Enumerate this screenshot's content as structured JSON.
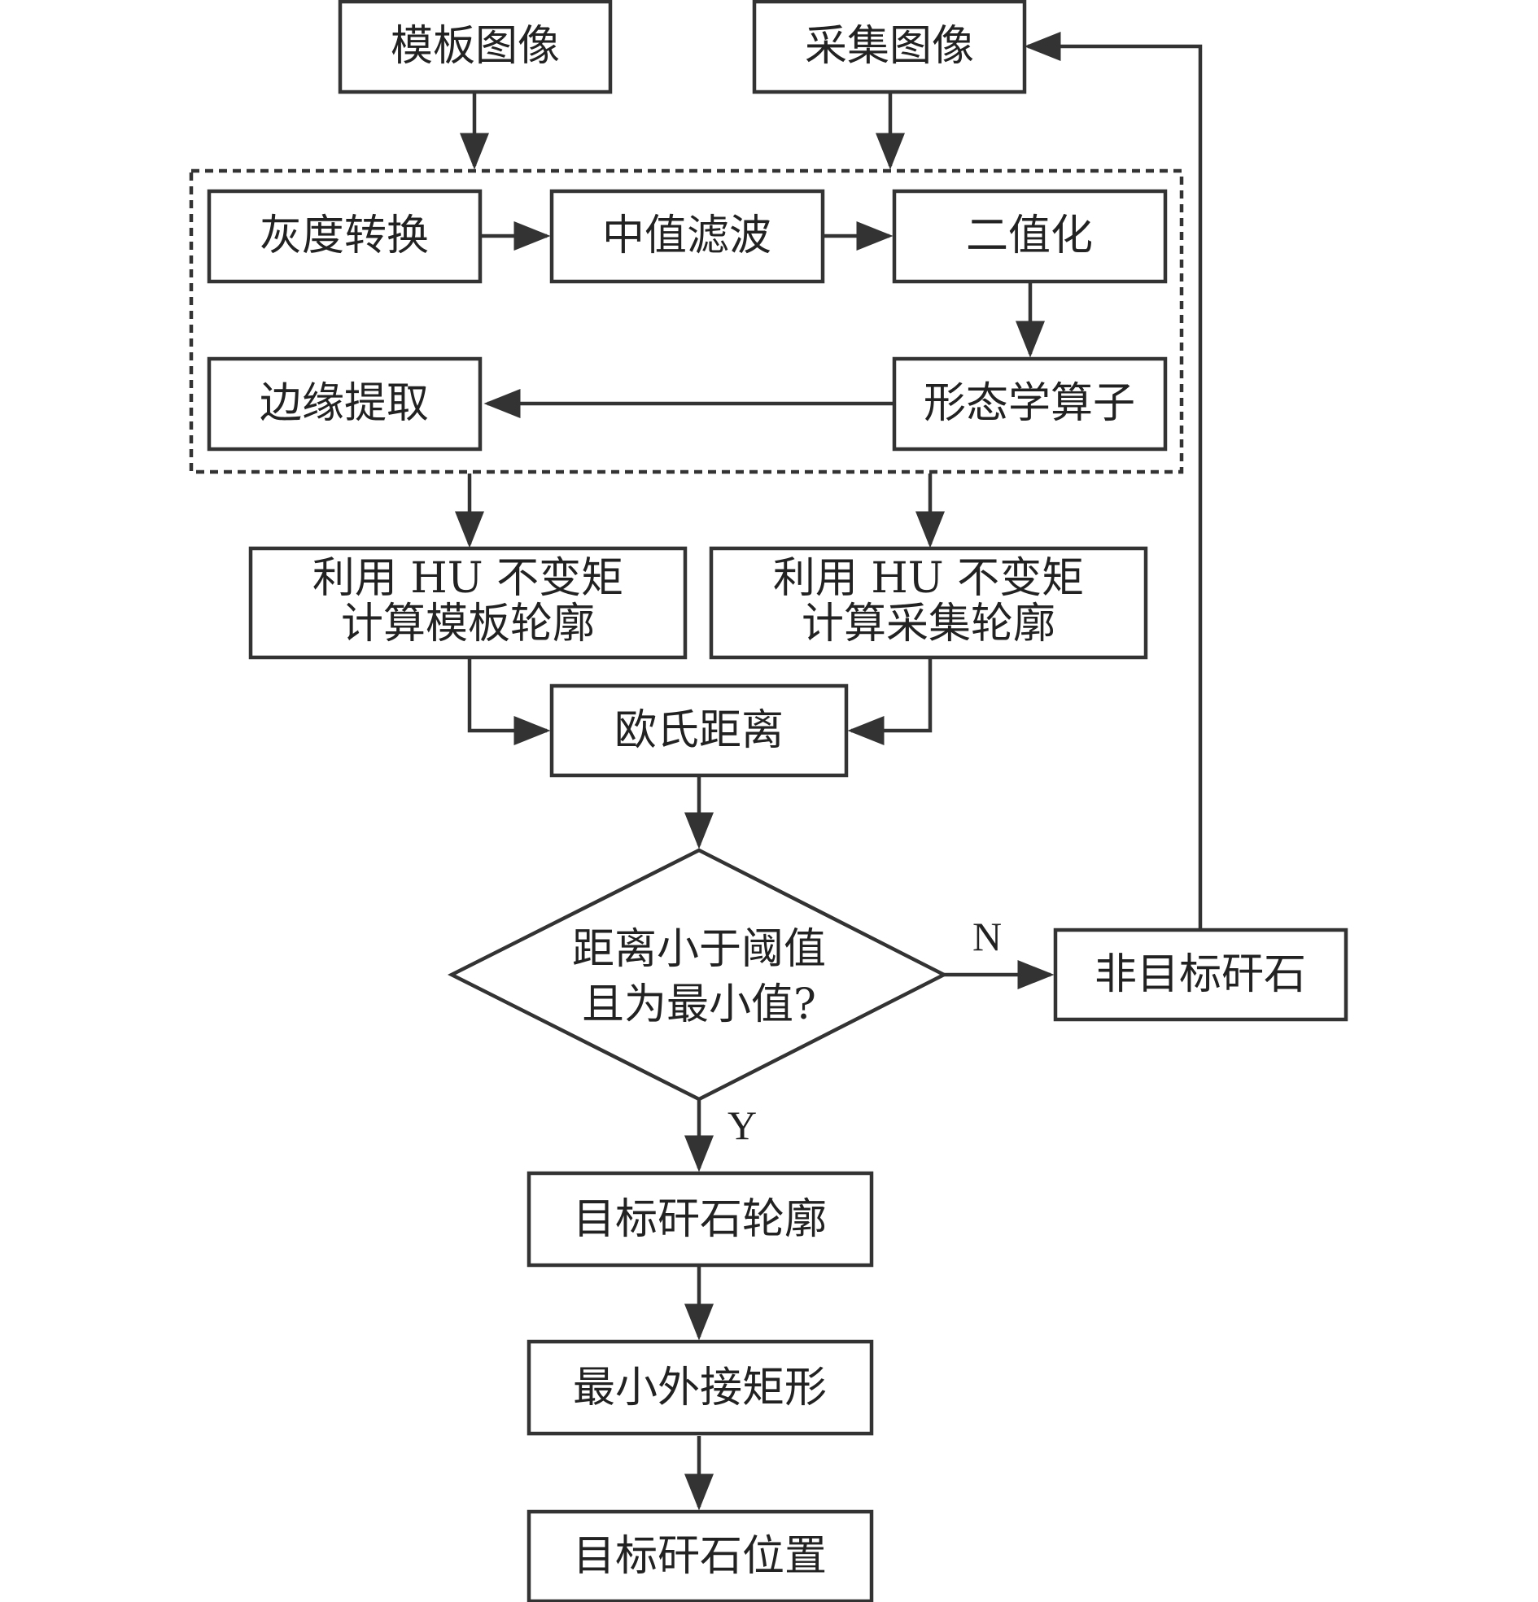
{
  "nodes": {
    "template_image": "模板图像",
    "captured_image": "采集图像",
    "grayscale": "灰度转换",
    "median_filter": "中值滤波",
    "binarization": "二值化",
    "morphology": "形态学算子",
    "edge_extraction": "边缘提取",
    "hu_template_line1": "利用 HU 不变矩",
    "hu_template_line2": "计算模板轮廓",
    "hu_captured_line1": "利用 HU 不变矩",
    "hu_captured_line2": "计算采集轮廓",
    "euclidean_distance": "欧氏距离",
    "decision_line1": "距离小于阈值",
    "decision_line2": "且为最小值?",
    "non_target": "非目标矸石",
    "target_contour": "目标矸石轮廓",
    "min_bounding_rect": "最小外接矩形",
    "target_position": "目标矸石位置"
  },
  "edge_labels": {
    "no": "N",
    "yes": "Y"
  }
}
